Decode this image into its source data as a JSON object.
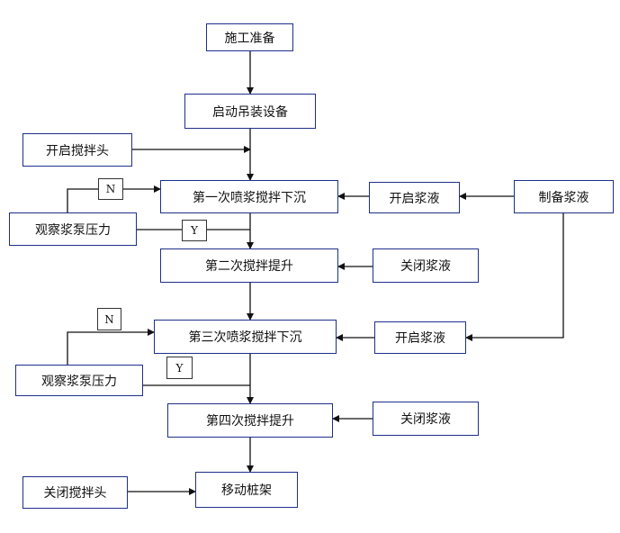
{
  "diagram": {
    "nodes": {
      "construction_prep": "施工准备",
      "start_lifting_equipment": "启动吊装设备",
      "open_mixing_head": "开启搅拌头",
      "first_spray_mix_sink": "第一次喷浆搅拌下沉",
      "open_slurry_1": "开启浆液",
      "prepare_slurry": "制备浆液",
      "observe_pump_pressure_1": "观察浆泵压力",
      "second_mix_lift": "第二次搅拌提升",
      "close_slurry_1": "关闭浆液",
      "third_spray_mix_sink": "第三次喷浆搅拌下沉",
      "open_slurry_2": "开启浆液",
      "observe_pump_pressure_2": "观察浆泵压力",
      "fourth_mix_lift": "第四次搅拌提升",
      "close_slurry_2": "关闭浆液",
      "close_mixing_head": "关闭搅拌头",
      "move_pile_frame": "移动桩架"
    },
    "labels": {
      "no_1": "N",
      "yes_1": "Y",
      "no_2": "N",
      "yes_2": "Y"
    },
    "colors": {
      "box_border": "#1f2f8a",
      "line": "#111111"
    }
  }
}
